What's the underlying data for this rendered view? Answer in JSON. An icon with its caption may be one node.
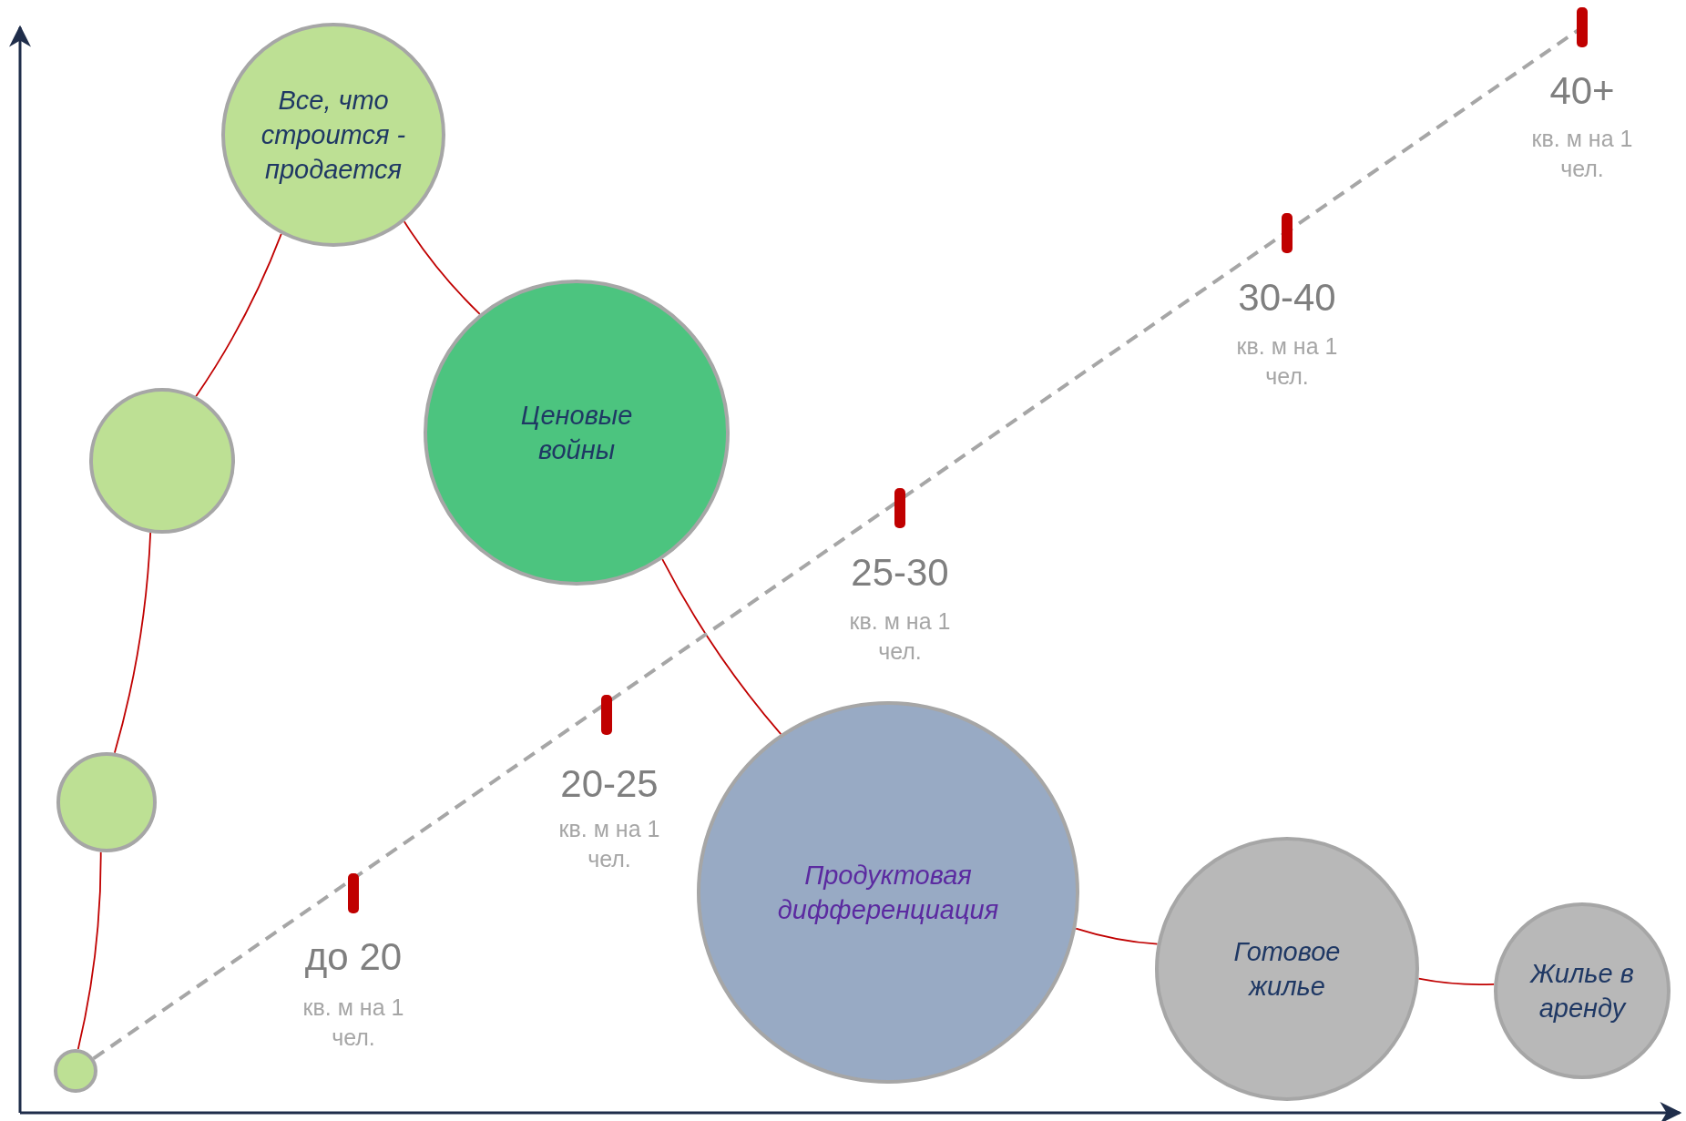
{
  "diagram": {
    "nodes": [
      {
        "text": [
          "Все, что строится - продается"
        ]
      },
      {
        "text": [
          "Ценовые войны"
        ]
      },
      {
        "text": [],
        "shape": "circle"
      },
      {
        "text": [],
        "shape": "circle"
      },
      {
        "text": [
          "Продуктовая дифференциация"
        ]
      },
      {
        "text": [
          "Готовое жилье"
        ]
      },
      {
        "text": [
          "Жилье в аренду"
        ]
      },
      {
        "text": [],
        "shape": "circle"
      }
    ],
    "edges": [
      {
        "from": 7,
        "to": 3,
        "arrow": "none"
      },
      {
        "from": 3,
        "to": 2,
        "arrow": "none"
      },
      {
        "from": 2,
        "to": 0,
        "arrow": "none"
      },
      {
        "from": 0,
        "to": 1,
        "arrow": "none"
      },
      {
        "from": 1,
        "to": 4,
        "arrow": "none"
      },
      {
        "from": 4,
        "to": 5,
        "arrow": "none"
      },
      {
        "from": 5,
        "to": 6,
        "arrow": "none"
      },
      {
        "from": 7,
        "to": null,
        "arrow": "none",
        "style": "dashed",
        "color": "#a6a6a6"
      }
    ],
    "labels": [
      "40+",
      "кв. м на 1 чел.",
      "30-40",
      "кв. м на 1 чел.",
      "25-30",
      "кв. м на 1 чел.",
      "20-25",
      "кв. м на 1 чел.",
      "до 20",
      "кв. м на 1 чел."
    ]
  }
}
